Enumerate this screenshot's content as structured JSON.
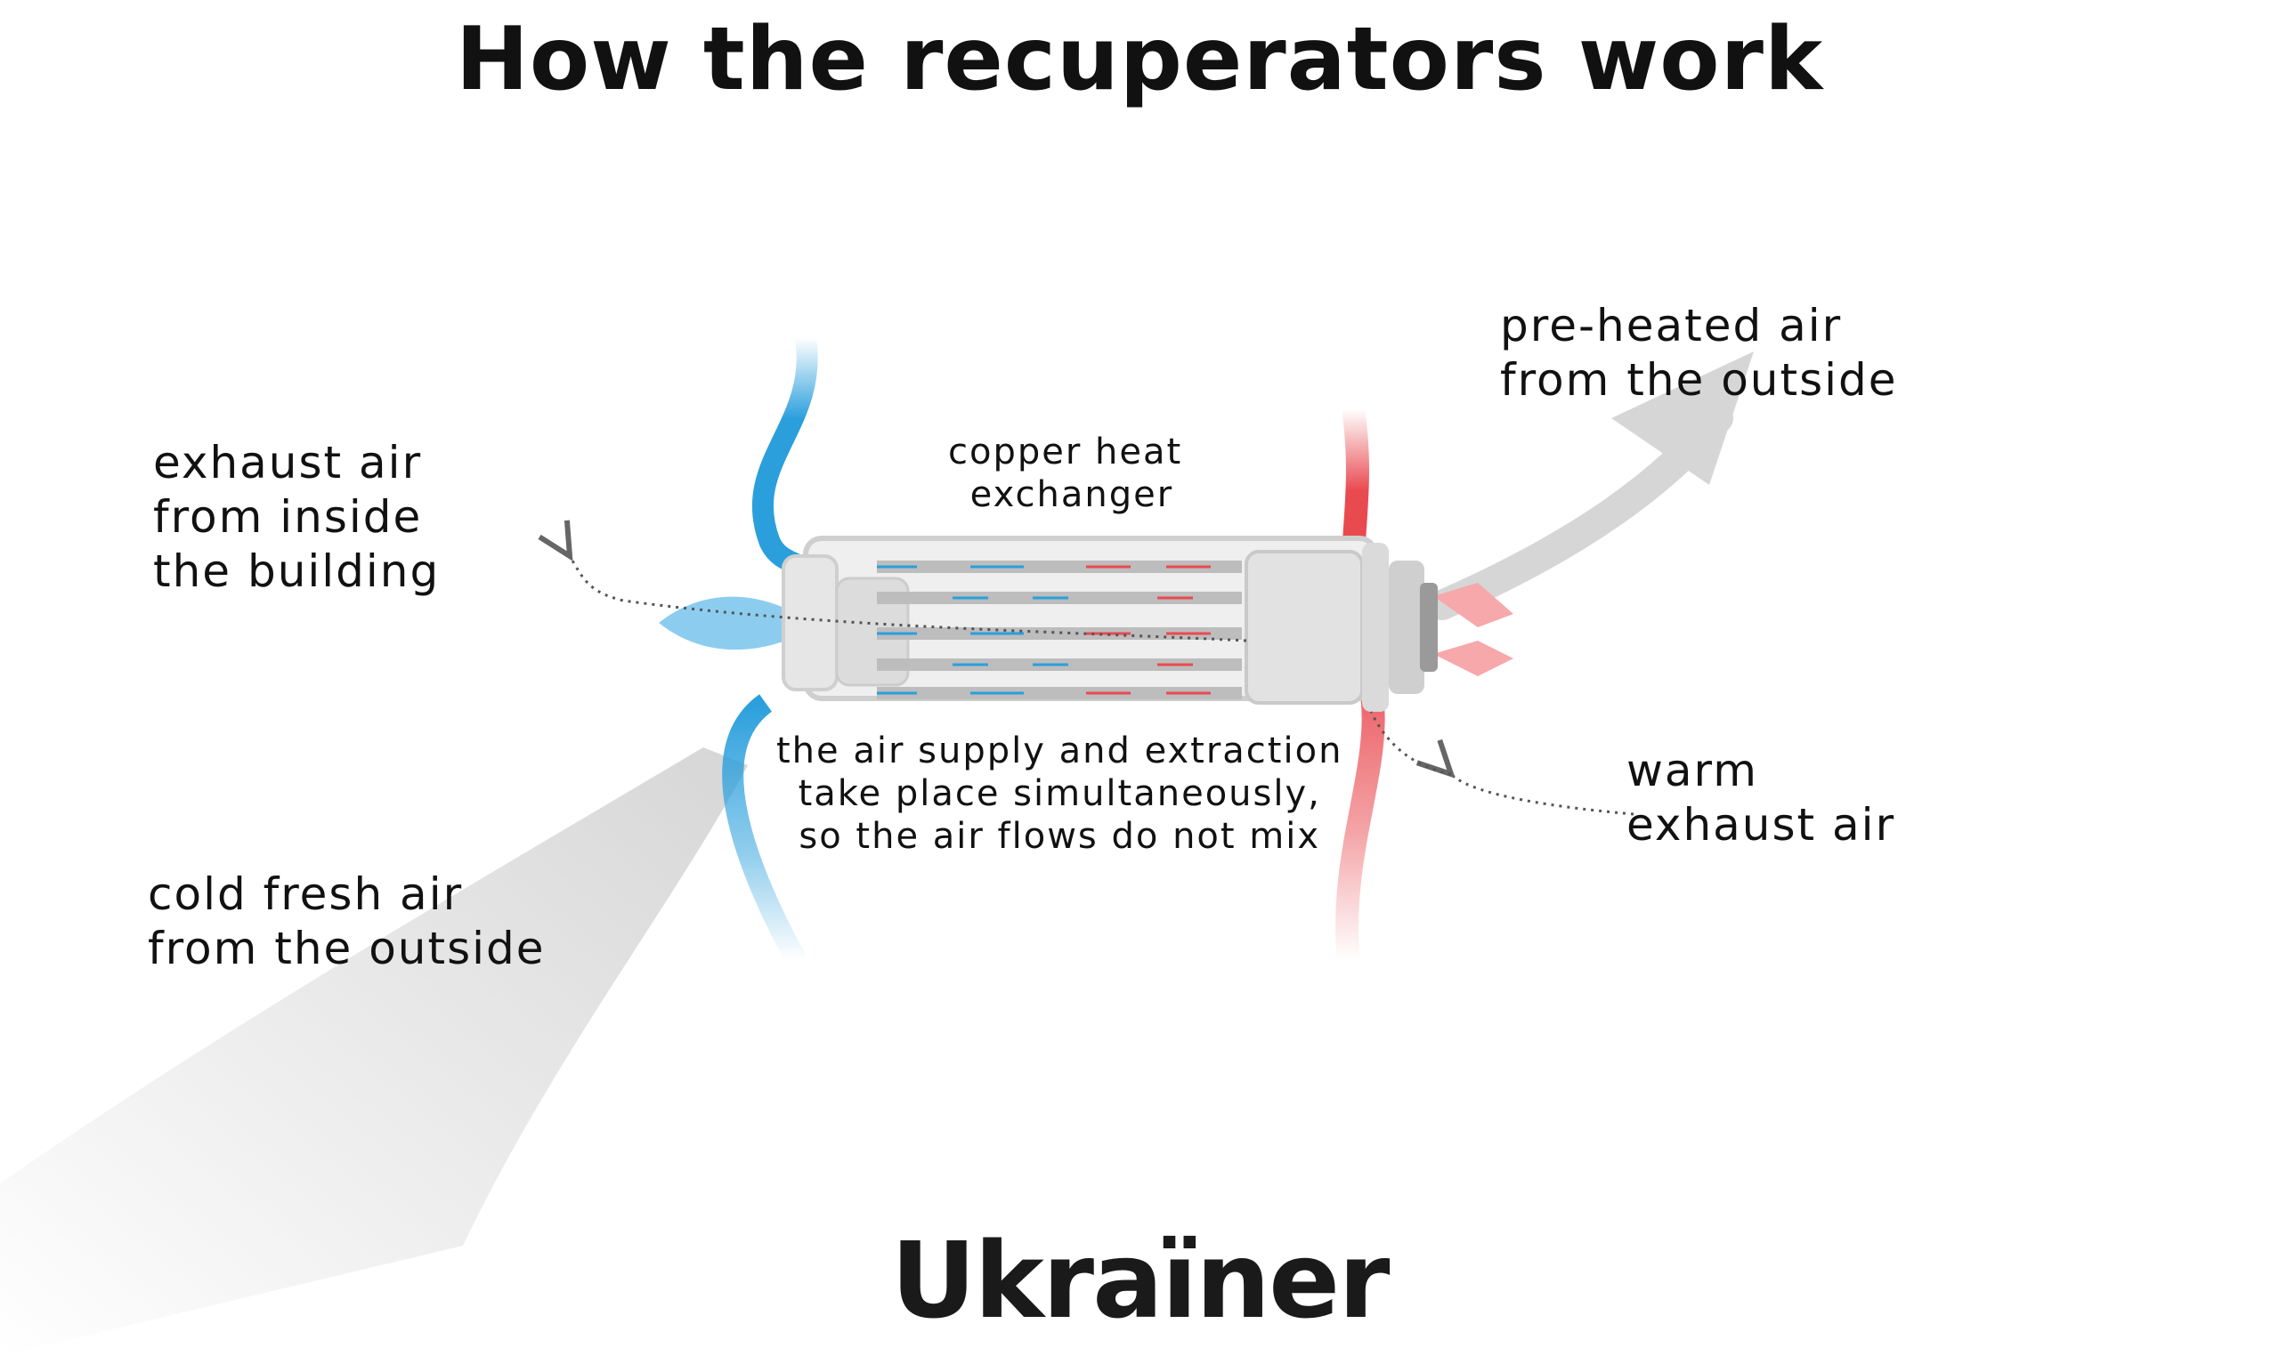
{
  "title": "How the recuperators work",
  "labels": {
    "exhaust_inside": "exhaust air\nfrom inside\nthe building",
    "cold_fresh": "cold fresh air\nfrom the outside",
    "copper": "copper heat\n exchanger",
    "simultaneous": "the air supply and extraction\ntake place simultaneously,\nso the air flows do not mix",
    "preheated": "pre-heated air\nfrom the outside",
    "warm_exhaust": "warm\nexhaust air"
  },
  "logo": "Ukraïner",
  "colors": {
    "cold": "#2a9fdc",
    "warm": "#e94a50",
    "device": "#d9d9d9",
    "flow": "#cfcfcf"
  }
}
